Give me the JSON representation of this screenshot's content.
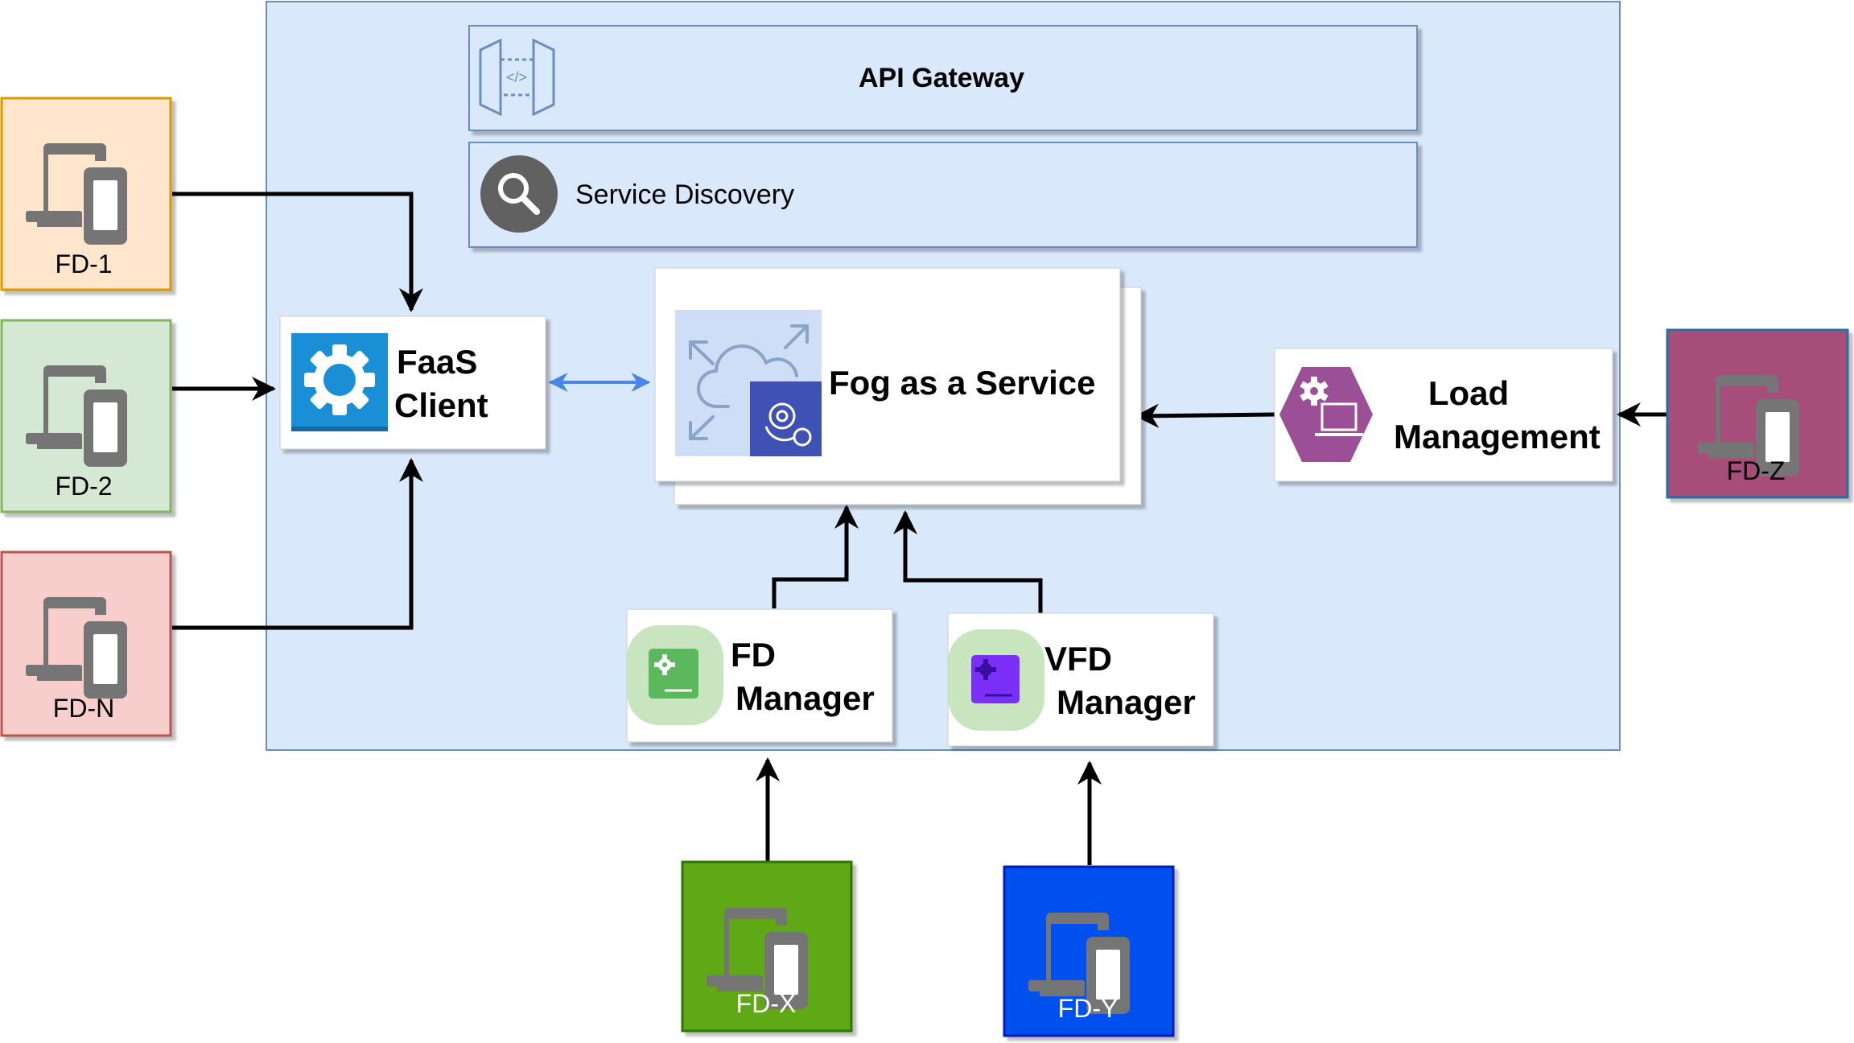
{
  "gateway": {
    "label": "API Gateway"
  },
  "discovery": {
    "label": "Service Discovery"
  },
  "faas_client": {
    "line1": "FaaS",
    "line2": "Client"
  },
  "fog_service": {
    "label": "Fog as a Service"
  },
  "load_management": {
    "line1": "Load",
    "line2": "Management"
  },
  "fd_manager": {
    "line1": "FD",
    "line2": "Manager"
  },
  "vfd_manager": {
    "line1": "VFD",
    "line2": "Manager"
  },
  "devices": {
    "fd1": {
      "label": "FD-1",
      "fill": "#FFE6CC",
      "stroke": "#D79B00"
    },
    "fd2": {
      "label": "FD-2",
      "fill": "#D5E8D4",
      "stroke": "#82B366"
    },
    "fdn": {
      "label": "FD-N",
      "fill": "#F8CECC",
      "stroke": "#B85450"
    },
    "fdz": {
      "label": "FD-Z",
      "fill": "#A64D79",
      "stroke": "#2B6E9E"
    },
    "fdx": {
      "label": "FD-X",
      "fill": "#60A917",
      "stroke": "#2D7600"
    },
    "fdy": {
      "label": "FD-Y",
      "fill": "#0050EF",
      "stroke": "#001DBC"
    }
  },
  "colors": {
    "container_fill": "#DAE8FC",
    "container_stroke": "#6C8EBF",
    "connector": "#000000",
    "bidirectional": "#4A86E8",
    "device_icon": "#757575",
    "faas_icon": "#1A8FD6",
    "hex_purple": "#9B4F96",
    "manager_green": "#5CB85C",
    "manager_purple": "#7B2FF7"
  },
  "icons": {
    "gateway": "api-gateway-icon",
    "discovery": "search-icon",
    "faas": "gear-icon",
    "fog": "cloud-scaling-icon",
    "load": "laptop-gear-icon",
    "fd_manager": "chip-icon",
    "vfd_manager": "chip-icon",
    "device": "laptop-phone-icon"
  }
}
